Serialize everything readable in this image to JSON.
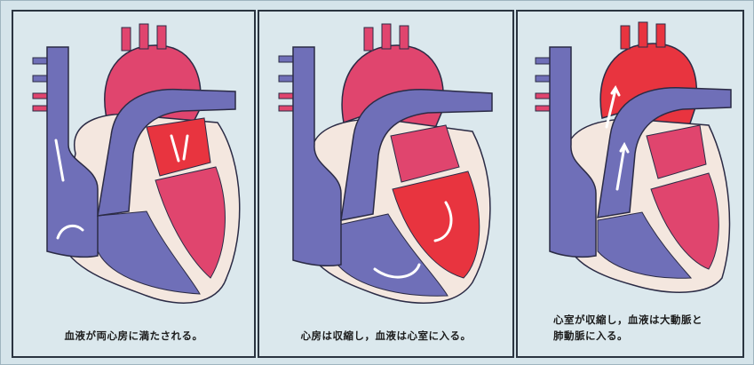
{
  "panels": [
    {
      "caption": [
        "血液が両心房に満たされる。"
      ]
    },
    {
      "caption": [
        "心房は収縮し，血液は心室に入る。"
      ]
    },
    {
      "caption": [
        "心室が収縮し，血液は大動脈と",
        "肺動脈に入る。"
      ]
    }
  ],
  "colors": {
    "venous": "#6f6fb8",
    "venous_dark": "#4f4f99",
    "arterial": "#e0456e",
    "arterial_bright": "#e8343f",
    "wall": "#f4e7df",
    "outline": "#2b2b45",
    "background": "#dbe8ed"
  }
}
